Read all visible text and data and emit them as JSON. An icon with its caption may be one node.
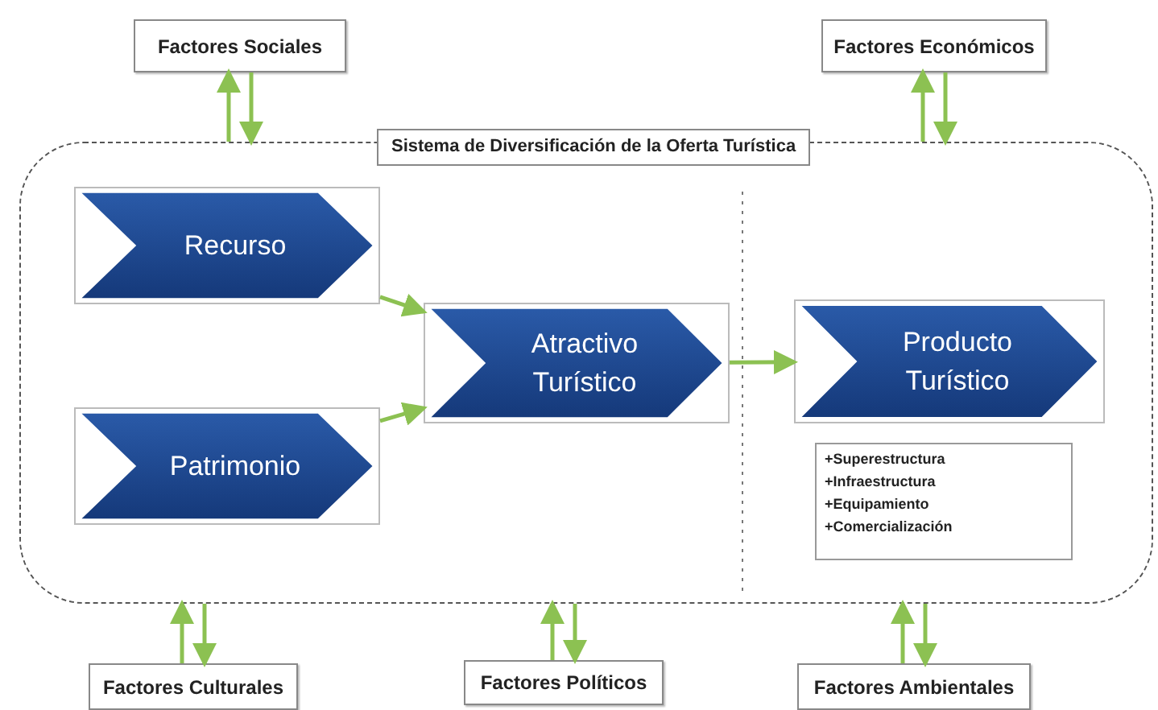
{
  "diagram": {
    "nodes": [
      {
        "text": [
          "Factores Sociales"
        ]
      },
      {
        "text": [
          "Factores Económicos"
        ]
      },
      {
        "text": [
          "Sistema de Diversificación de la Oferta Turística"
        ]
      },
      {
        "text": [
          "Recurso"
        ],
        "in": 2
      },
      {
        "text": [
          "Patrimonio"
        ],
        "in": 2
      },
      {
        "text": [
          "Atractivo Turístico"
        ],
        "in": 2
      },
      {
        "text": [
          "Producto Turístico"
        ],
        "in": 2
      },
      {
        "text": [
          "+Superestructura",
          "+Infraestructura",
          "+Equipamiento",
          "+Comercialización"
        ],
        "in": 2
      },
      {
        "text": [
          "Factores Culturales"
        ]
      },
      {
        "text": [
          "Factores Políticos"
        ]
      },
      {
        "text": [
          "Factores Ambientales"
        ]
      }
    ],
    "edges": [
      {
        "from": 3,
        "to": 5,
        "arrow": "to"
      },
      {
        "from": 4,
        "to": 5,
        "arrow": "to"
      },
      {
        "from": 5,
        "to": 6,
        "arrow": "to"
      },
      {
        "from": 2,
        "to": 0,
        "arrow": "to"
      },
      {
        "from": 0,
        "to": 2,
        "arrow": "to"
      },
      {
        "from": 2,
        "to": 1,
        "arrow": "to"
      },
      {
        "from": 1,
        "to": 2,
        "arrow": "to"
      },
      {
        "from": 8,
        "to": 2,
        "arrow": "to"
      },
      {
        "from": 2,
        "to": 8,
        "arrow": "to"
      },
      {
        "from": 9,
        "to": 2,
        "arrow": "to"
      },
      {
        "from": 2,
        "to": 9,
        "arrow": "to"
      },
      {
        "from": 10,
        "to": 2,
        "arrow": "to"
      },
      {
        "from": 2,
        "to": 10,
        "arrow": "to"
      }
    ]
  }
}
